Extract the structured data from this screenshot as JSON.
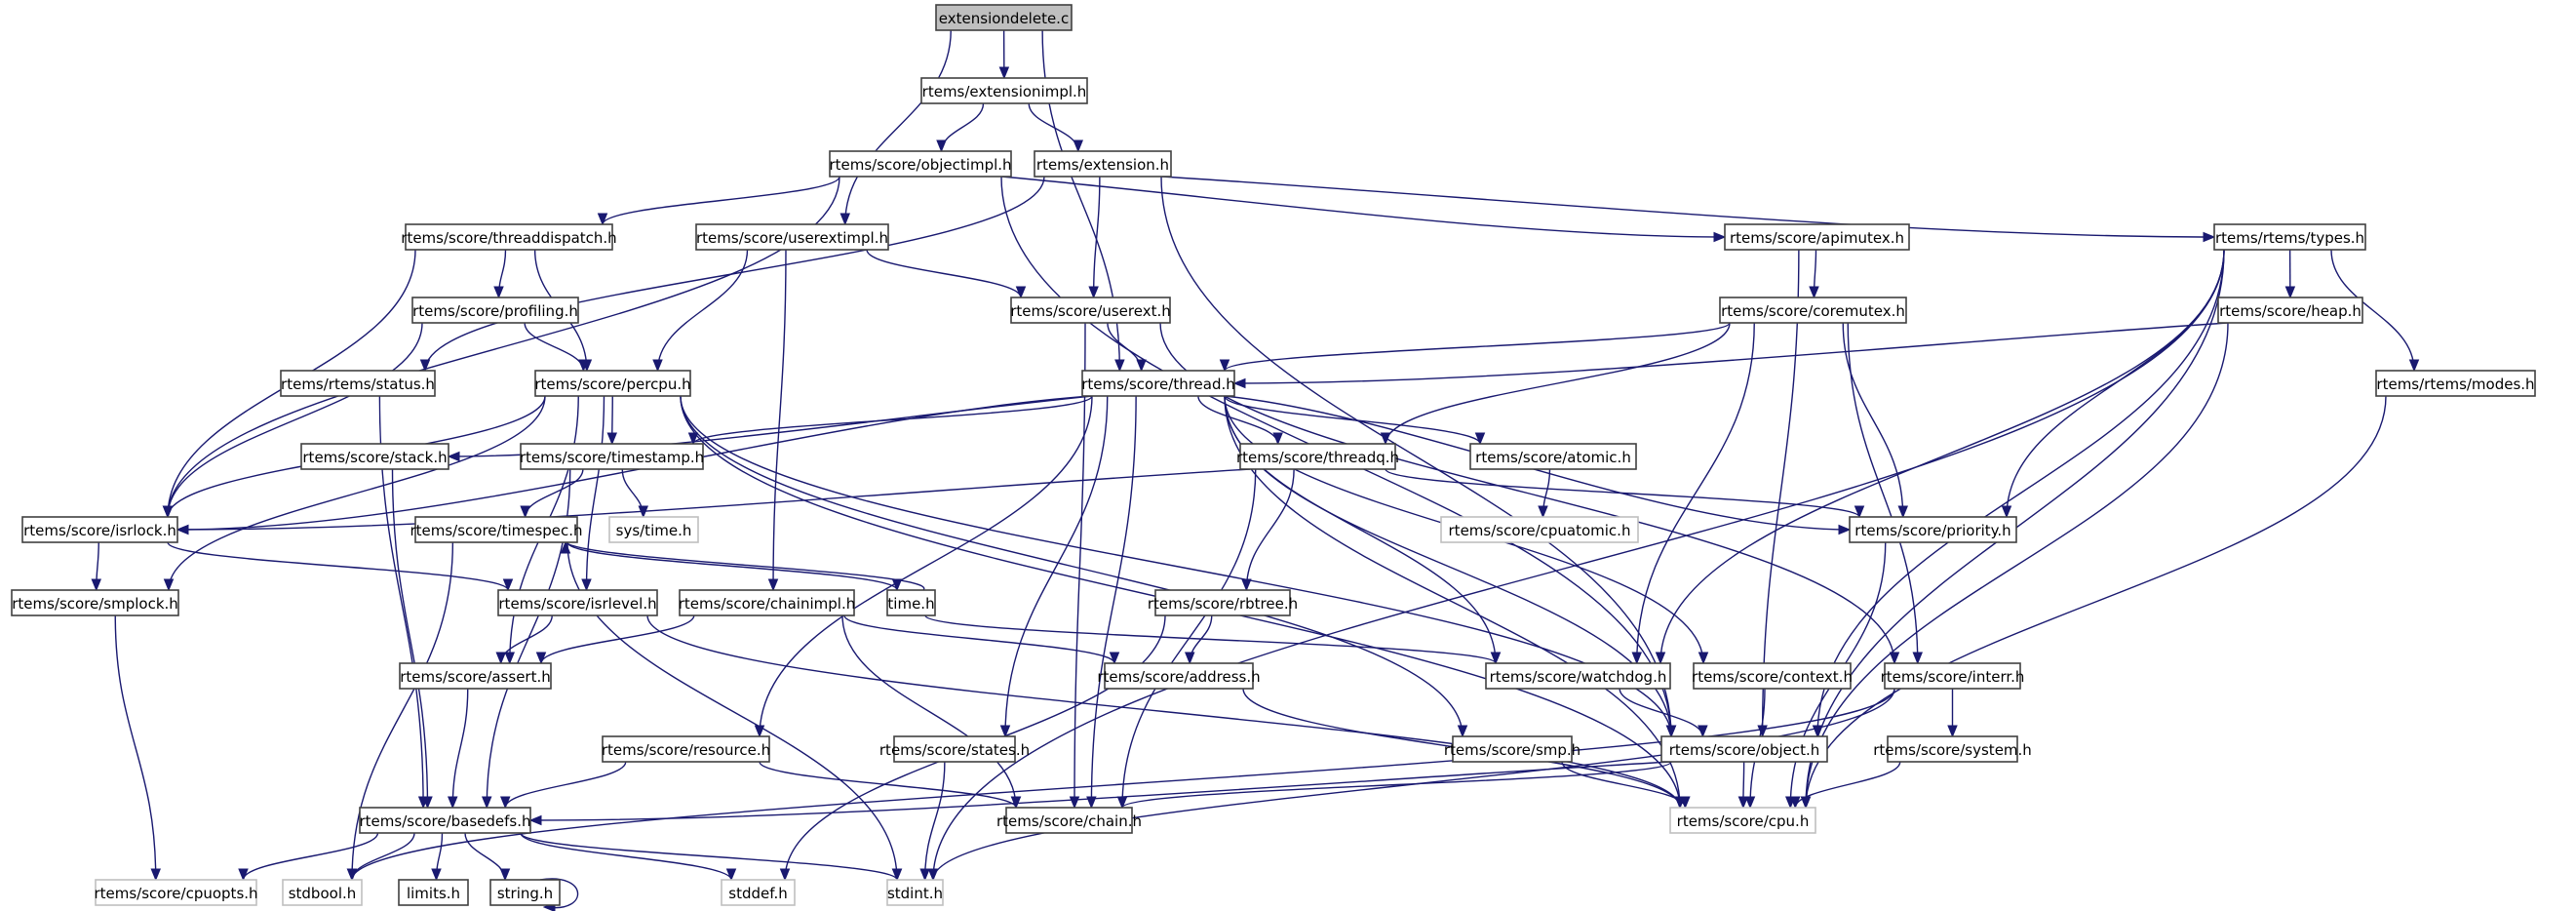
{
  "title": "Include dependency graph for extensiondelete.c",
  "colors": {
    "edge": "#191970",
    "root_fill": "#bfbfbf",
    "node_border": "#404040",
    "external_border": "#bfbfbf"
  },
  "nodes": [
    {
      "id": "extensiondelete",
      "label": "extensiondelete.c",
      "kind": "root"
    },
    {
      "id": "extensionimpl",
      "label": "rtems/extensionimpl.h",
      "kind": "doc"
    },
    {
      "id": "objectimpl",
      "label": "rtems/score/objectimpl.h",
      "kind": "doc"
    },
    {
      "id": "extension",
      "label": "rtems/extension.h",
      "kind": "doc"
    },
    {
      "id": "threaddispatch",
      "label": "rtems/score/threaddispatch.h",
      "kind": "doc"
    },
    {
      "id": "userextimpl",
      "label": "rtems/score/userextimpl.h",
      "kind": "doc"
    },
    {
      "id": "apimutex",
      "label": "rtems/score/apimutex.h",
      "kind": "doc"
    },
    {
      "id": "types",
      "label": "rtems/rtems/types.h",
      "kind": "doc"
    },
    {
      "id": "profiling",
      "label": "rtems/score/profiling.h",
      "kind": "doc"
    },
    {
      "id": "userext",
      "label": "rtems/score/userext.h",
      "kind": "doc"
    },
    {
      "id": "coremutex",
      "label": "rtems/score/coremutex.h",
      "kind": "doc"
    },
    {
      "id": "heap",
      "label": "rtems/score/heap.h",
      "kind": "doc"
    },
    {
      "id": "status",
      "label": "rtems/rtems/status.h",
      "kind": "doc"
    },
    {
      "id": "percpu",
      "label": "rtems/score/percpu.h",
      "kind": "doc"
    },
    {
      "id": "thread",
      "label": "rtems/score/thread.h",
      "kind": "doc"
    },
    {
      "id": "modes",
      "label": "rtems/rtems/modes.h",
      "kind": "doc"
    },
    {
      "id": "stack",
      "label": "rtems/score/stack.h",
      "kind": "doc"
    },
    {
      "id": "timestamp",
      "label": "rtems/score/timestamp.h",
      "kind": "doc"
    },
    {
      "id": "threadq",
      "label": "rtems/score/threadq.h",
      "kind": "doc"
    },
    {
      "id": "atomic",
      "label": "rtems/score/atomic.h",
      "kind": "doc"
    },
    {
      "id": "isrlock",
      "label": "rtems/score/isrlock.h",
      "kind": "doc"
    },
    {
      "id": "timespec",
      "label": "rtems/score/timespec.h",
      "kind": "doc"
    },
    {
      "id": "systime",
      "label": "sys/time.h",
      "kind": "external"
    },
    {
      "id": "cpuatomic",
      "label": "rtems/score/cpuatomic.h",
      "kind": "external"
    },
    {
      "id": "priority",
      "label": "rtems/score/priority.h",
      "kind": "doc"
    },
    {
      "id": "smplock",
      "label": "rtems/score/smplock.h",
      "kind": "doc"
    },
    {
      "id": "isrlevel",
      "label": "rtems/score/isrlevel.h",
      "kind": "doc"
    },
    {
      "id": "time",
      "label": "time.h",
      "kind": "doc"
    },
    {
      "id": "chainimpl",
      "label": "rtems/score/chainimpl.h",
      "kind": "doc"
    },
    {
      "id": "rbtree",
      "label": "rtems/score/rbtree.h",
      "kind": "doc"
    },
    {
      "id": "assert",
      "label": "rtems/score/assert.h",
      "kind": "doc"
    },
    {
      "id": "address",
      "label": "rtems/score/address.h",
      "kind": "doc"
    },
    {
      "id": "watchdog",
      "label": "rtems/score/watchdog.h",
      "kind": "doc"
    },
    {
      "id": "context",
      "label": "rtems/score/context.h",
      "kind": "doc"
    },
    {
      "id": "interr",
      "label": "rtems/score/interr.h",
      "kind": "doc"
    },
    {
      "id": "resource",
      "label": "rtems/score/resource.h",
      "kind": "doc"
    },
    {
      "id": "states",
      "label": "rtems/score/states.h",
      "kind": "doc"
    },
    {
      "id": "smp",
      "label": "rtems/score/smp.h",
      "kind": "doc"
    },
    {
      "id": "object",
      "label": "rtems/score/object.h",
      "kind": "doc"
    },
    {
      "id": "system",
      "label": "rtems/score/system.h",
      "kind": "doc"
    },
    {
      "id": "basedefs",
      "label": "rtems/score/basedefs.h",
      "kind": "doc"
    },
    {
      "id": "chain",
      "label": "rtems/score/chain.h",
      "kind": "doc"
    },
    {
      "id": "cpu",
      "label": "rtems/score/cpu.h",
      "kind": "external"
    },
    {
      "id": "cpuopts",
      "label": "rtems/score/cpuopts.h",
      "kind": "external"
    },
    {
      "id": "stdbool",
      "label": "stdbool.h",
      "kind": "external"
    },
    {
      "id": "limits",
      "label": "limits.h",
      "kind": "doc"
    },
    {
      "id": "string",
      "label": "string.h",
      "kind": "doc"
    },
    {
      "id": "stddef",
      "label": "stddef.h",
      "kind": "external"
    },
    {
      "id": "stdint",
      "label": "stdint.h",
      "kind": "external"
    }
  ],
  "edges": [
    [
      "extensiondelete",
      "extensionimpl"
    ],
    [
      "extensiondelete",
      "userextimpl"
    ],
    [
      "extensiondelete",
      "thread"
    ],
    [
      "extensionimpl",
      "objectimpl"
    ],
    [
      "extensionimpl",
      "extension"
    ],
    [
      "objectimpl",
      "isrlock"
    ],
    [
      "objectimpl",
      "threaddispatch"
    ],
    [
      "objectimpl",
      "apimutex"
    ],
    [
      "objectimpl",
      "object"
    ],
    [
      "extension",
      "userext"
    ],
    [
      "extension",
      "types"
    ],
    [
      "extension",
      "status"
    ],
    [
      "extension",
      "object"
    ],
    [
      "threaddispatch",
      "profiling"
    ],
    [
      "threaddispatch",
      "percpu"
    ],
    [
      "threaddispatch",
      "isrlock"
    ],
    [
      "userextimpl",
      "userext"
    ],
    [
      "userextimpl",
      "percpu"
    ],
    [
      "userextimpl",
      "chainimpl"
    ],
    [
      "apimutex",
      "coremutex"
    ],
    [
      "apimutex",
      "object"
    ],
    [
      "types",
      "heap"
    ],
    [
      "types",
      "modes"
    ],
    [
      "types",
      "priority"
    ],
    [
      "types",
      "watchdog"
    ],
    [
      "types",
      "object"
    ],
    [
      "types",
      "cpu"
    ],
    [
      "types",
      "stdint"
    ],
    [
      "profiling",
      "percpu"
    ],
    [
      "profiling",
      "isrlock"
    ],
    [
      "userext",
      "thread"
    ],
    [
      "userext",
      "chain"
    ],
    [
      "userext",
      "interr"
    ],
    [
      "coremutex",
      "thread"
    ],
    [
      "coremutex",
      "threadq"
    ],
    [
      "coremutex",
      "priority"
    ],
    [
      "coremutex",
      "watchdog"
    ],
    [
      "coremutex",
      "interr"
    ],
    [
      "heap",
      "thread"
    ],
    [
      "heap",
      "cpu"
    ],
    [
      "status",
      "basedefs"
    ],
    [
      "percpu",
      "timestamp"
    ],
    [
      "percpu",
      "isrlock"
    ],
    [
      "percpu",
      "smplock"
    ],
    [
      "percpu",
      "assert"
    ],
    [
      "percpu",
      "isrlevel"
    ],
    [
      "percpu",
      "smp"
    ],
    [
      "percpu",
      "cpu"
    ],
    [
      "percpu",
      "object"
    ],
    [
      "thread",
      "stack"
    ],
    [
      "thread",
      "timestamp"
    ],
    [
      "thread",
      "threadq"
    ],
    [
      "thread",
      "atomic"
    ],
    [
      "thread",
      "isrlock"
    ],
    [
      "thread",
      "priority"
    ],
    [
      "thread",
      "resource"
    ],
    [
      "thread",
      "states"
    ],
    [
      "thread",
      "watchdog"
    ],
    [
      "thread",
      "context"
    ],
    [
      "thread",
      "object"
    ],
    [
      "thread",
      "chain"
    ],
    [
      "thread",
      "cpu"
    ],
    [
      "modes",
      "cpu"
    ],
    [
      "stack",
      "basedefs"
    ],
    [
      "timestamp",
      "timespec"
    ],
    [
      "timestamp",
      "systime"
    ],
    [
      "timestamp",
      "basedefs"
    ],
    [
      "threadq",
      "isrlock"
    ],
    [
      "threadq",
      "priority"
    ],
    [
      "threadq",
      "rbtree"
    ],
    [
      "threadq",
      "chain"
    ],
    [
      "atomic",
      "cpuatomic"
    ],
    [
      "isrlock",
      "smplock"
    ],
    [
      "isrlock",
      "isrlevel"
    ],
    [
      "timespec",
      "time"
    ],
    [
      "timespec",
      "stdbool"
    ],
    [
      "timespec",
      "stdint"
    ],
    [
      "priority",
      "cpu"
    ],
    [
      "smplock",
      "cpuopts"
    ],
    [
      "isrlevel",
      "assert"
    ],
    [
      "isrlevel",
      "cpu"
    ],
    [
      "time",
      "timespec"
    ],
    [
      "time",
      "watchdog"
    ],
    [
      "chainimpl",
      "assert"
    ],
    [
      "chainimpl",
      "address"
    ],
    [
      "chainimpl",
      "chain"
    ],
    [
      "rbtree",
      "address"
    ],
    [
      "rbtree",
      "stddef"
    ],
    [
      "assert",
      "basedefs"
    ],
    [
      "address",
      "cpu"
    ],
    [
      "watchdog",
      "object"
    ],
    [
      "context",
      "cpu"
    ],
    [
      "interr",
      "system"
    ],
    [
      "interr",
      "stdbool"
    ],
    [
      "interr",
      "stdint"
    ],
    [
      "resource",
      "basedefs"
    ],
    [
      "resource",
      "chain"
    ],
    [
      "states",
      "stdint"
    ],
    [
      "smp",
      "cpu"
    ],
    [
      "object",
      "basedefs"
    ],
    [
      "object",
      "chain"
    ],
    [
      "object",
      "cpu"
    ],
    [
      "system",
      "cpu"
    ],
    [
      "basedefs",
      "cpuopts"
    ],
    [
      "basedefs",
      "stdbool"
    ],
    [
      "basedefs",
      "limits"
    ],
    [
      "basedefs",
      "string"
    ],
    [
      "basedefs",
      "stddef"
    ],
    [
      "basedefs",
      "stdint"
    ],
    [
      "string",
      "string"
    ]
  ]
}
